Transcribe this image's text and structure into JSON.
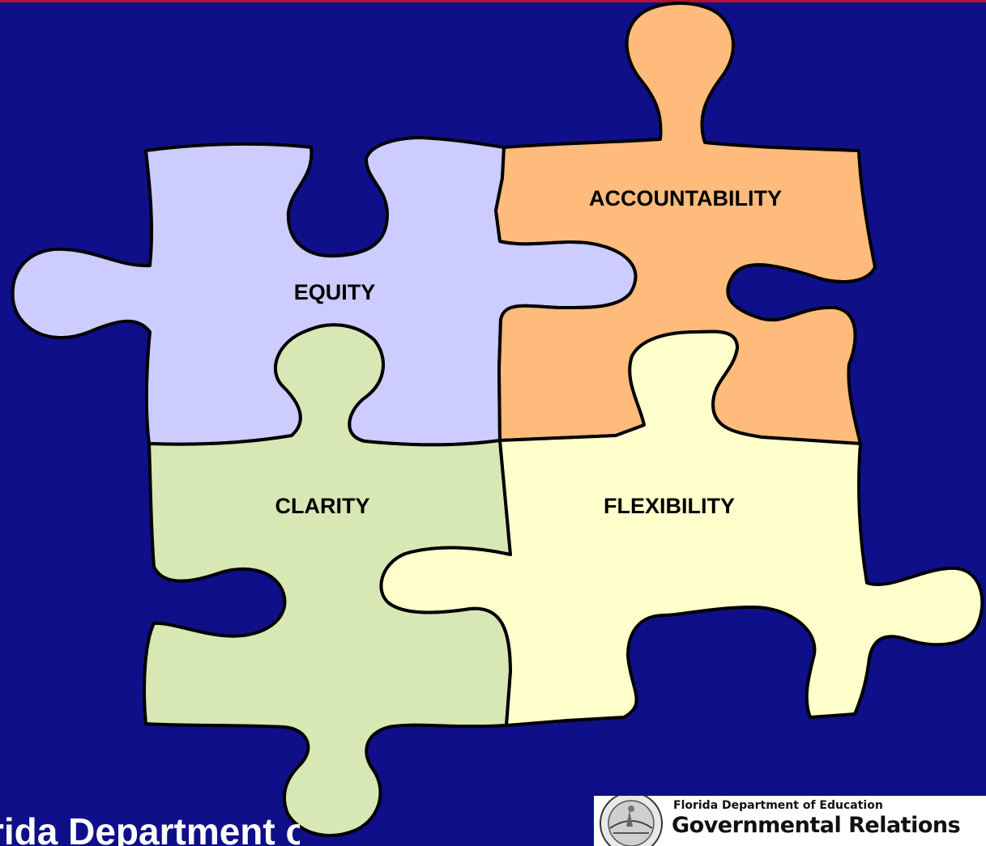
{
  "pieces": [
    {
      "id": "equity",
      "label": "EQUITY",
      "color": "#ccccff"
    },
    {
      "id": "accountability",
      "label": "ACCOUNTABILITY",
      "color": "#ffbb7b"
    },
    {
      "id": "clarity",
      "label": "CLARITY",
      "color": "#d7e8b5"
    },
    {
      "id": "flexibility",
      "label": "FLEXIBILITY",
      "color": "#ffffcc"
    }
  ],
  "background_color": "#0f0f8a",
  "footer": {
    "left_text": "Florida Department of Education",
    "agency": "Florida Department of Education",
    "office": "Governmental Relations"
  }
}
